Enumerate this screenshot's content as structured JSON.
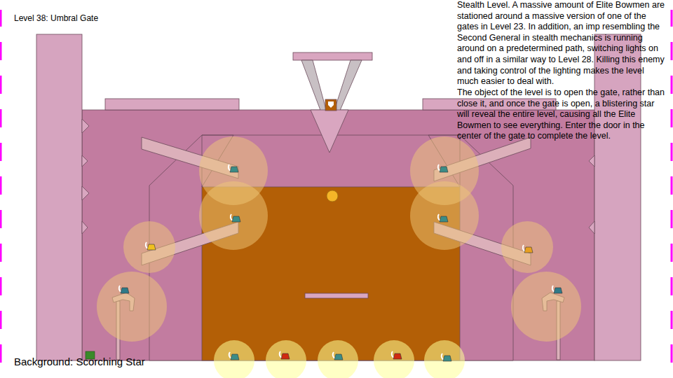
{
  "diagram": {
    "title": "Level 38: Umbral Gate",
    "labels": [
      "Stealth Level. A massive amount of Elite Bowmen are stationed around a massive version of one of the gates in Level 23. In addition, an imp resembling the Second General in stealth mechanics is running around on a predetermined path, switching lights on and off in a similar way to Level 28. Killing this enemy and taking control of the lighting makes the level much easier to deal with.",
      "The object of the level is to open the gate, rather than close it, and once the gate is open, a blistering star will reveal the entire level, causing all the Elite Bowmen to see everything. Enter the door in the center of the gate to complete the level.",
      "Background: Scorching Star"
    ]
  }
}
